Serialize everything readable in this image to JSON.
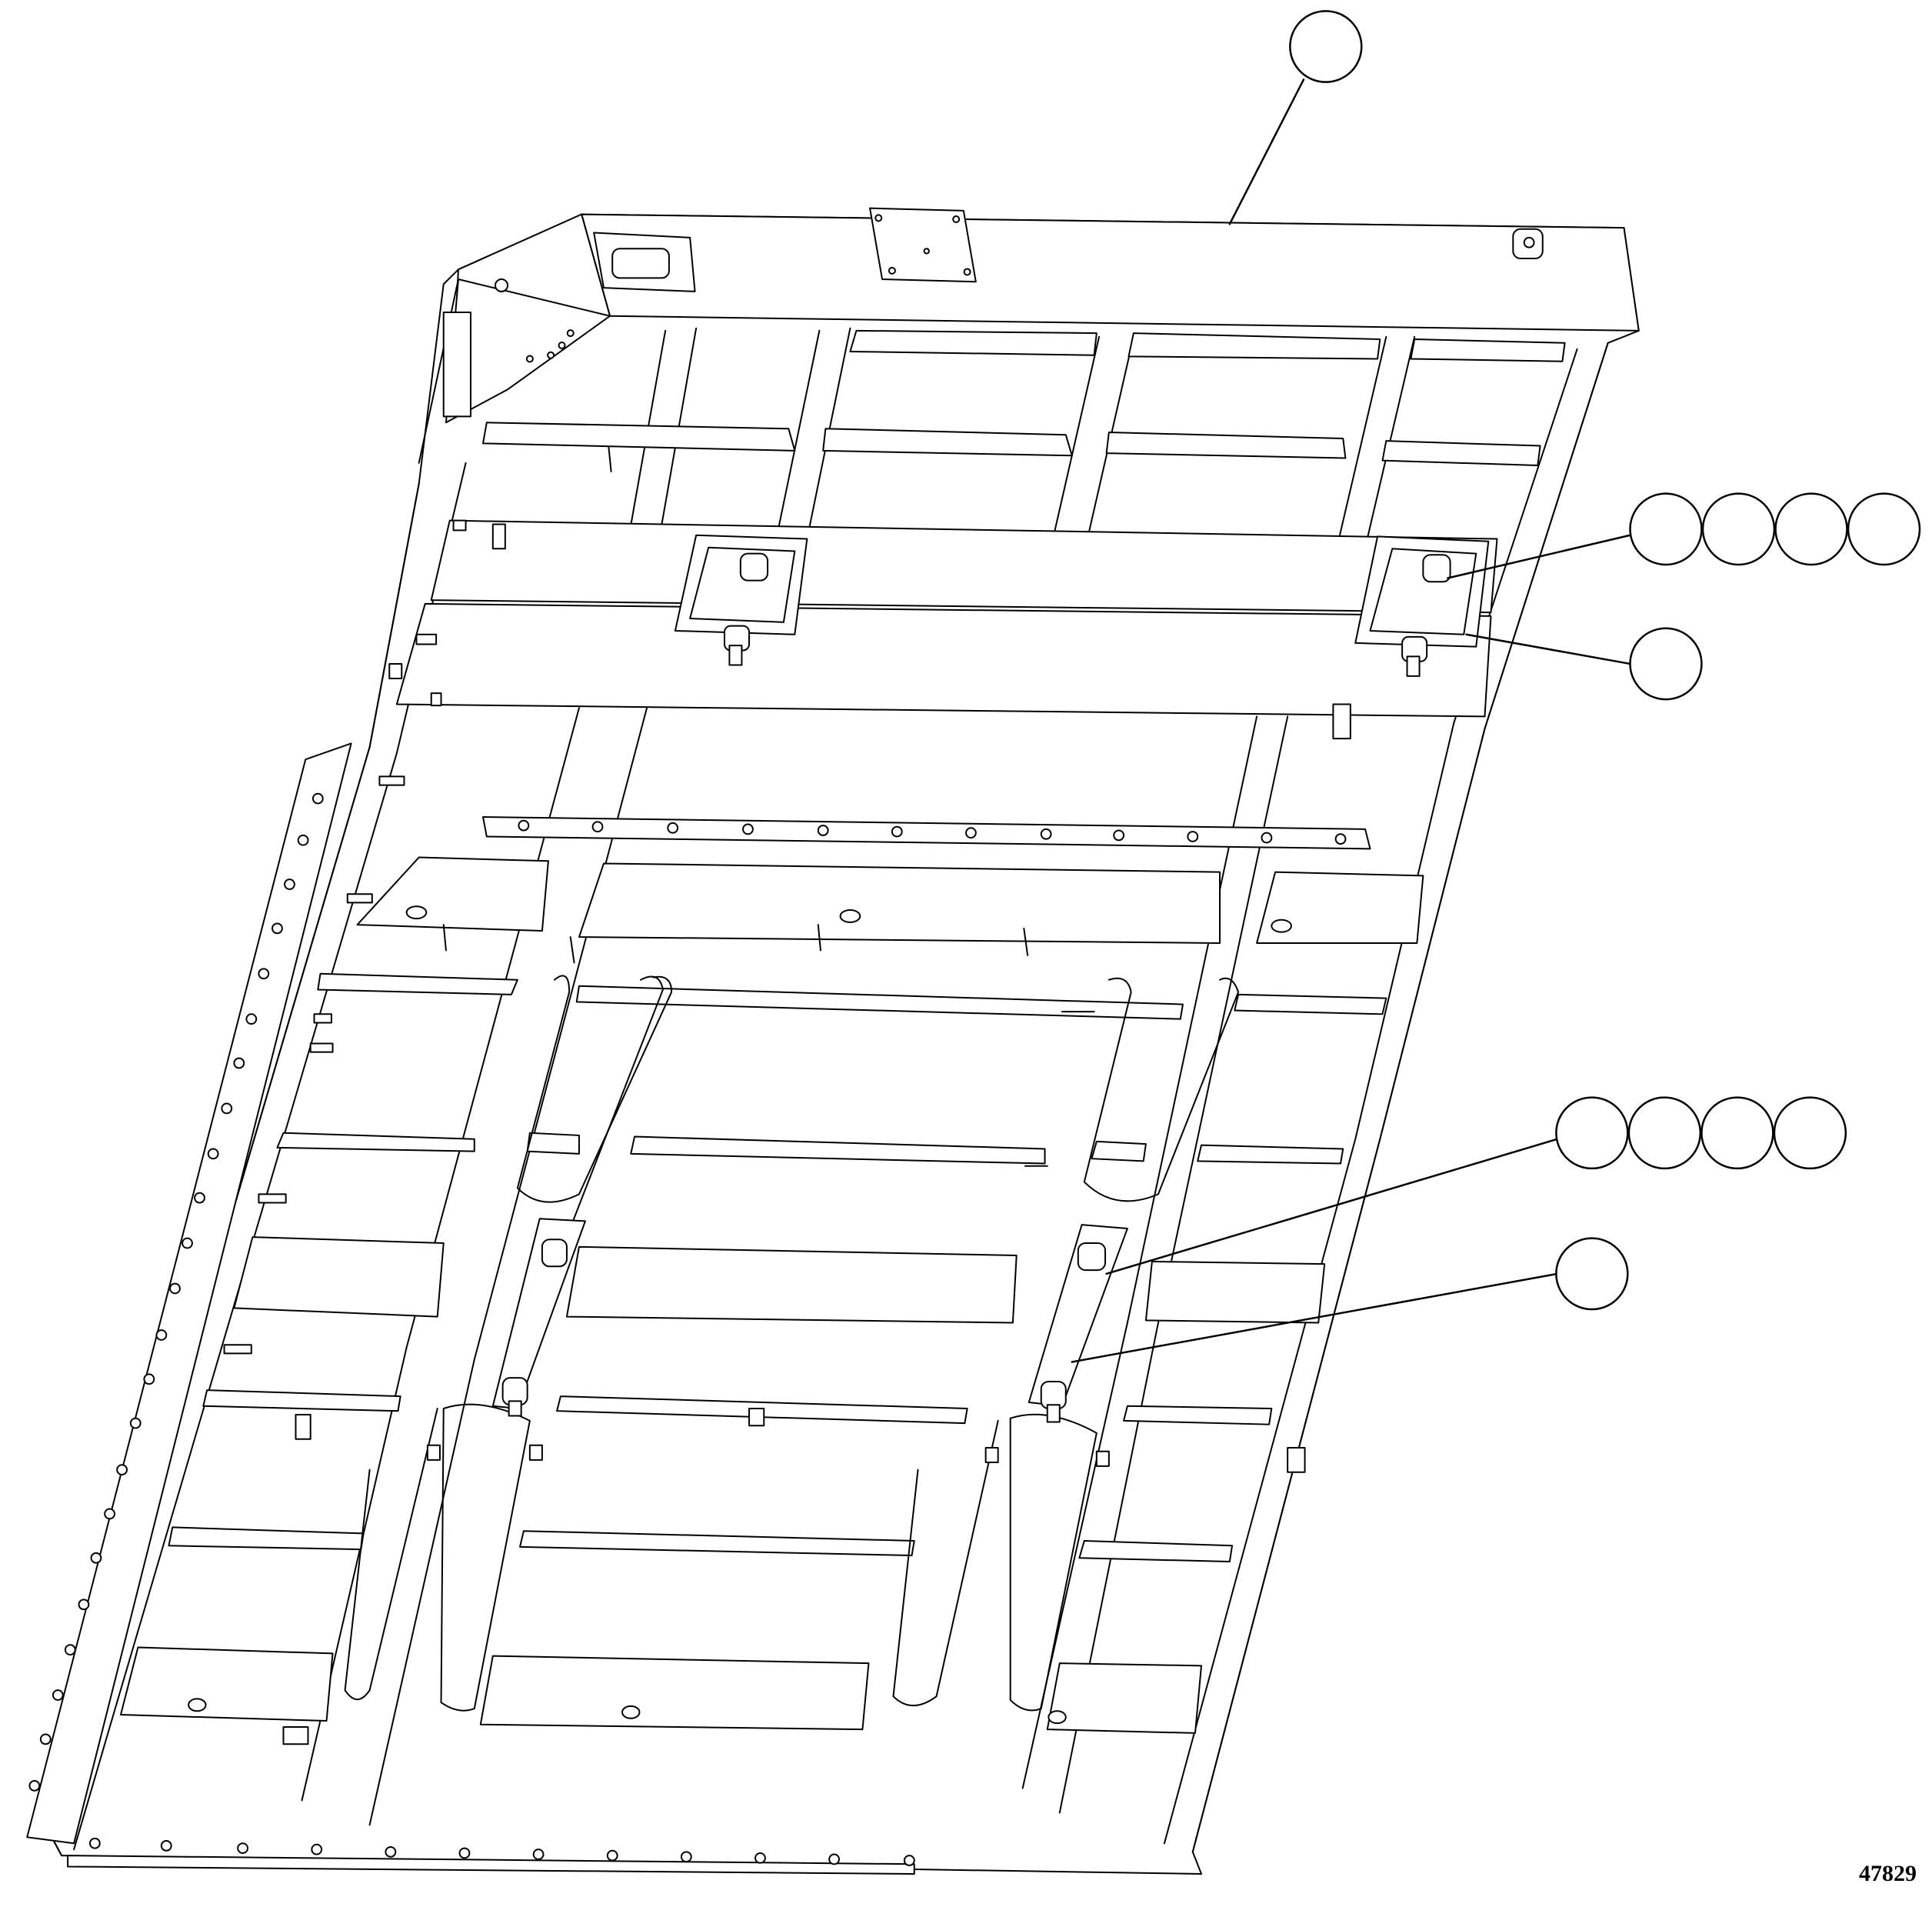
{
  "figure_number": "47829",
  "callouts": [
    {
      "id": "frame-assembly",
      "label": ""
    },
    {
      "id": "upper-mount-1",
      "label": ""
    },
    {
      "id": "upper-mount-2",
      "label": ""
    },
    {
      "id": "upper-mount-3",
      "label": ""
    },
    {
      "id": "upper-mount-4",
      "label": ""
    },
    {
      "id": "upper-isolator-bracket",
      "label": ""
    },
    {
      "id": "lower-mount-1",
      "label": ""
    },
    {
      "id": "lower-mount-2",
      "label": ""
    },
    {
      "id": "lower-mount-3",
      "label": ""
    },
    {
      "id": "lower-mount-4",
      "label": ""
    },
    {
      "id": "lower-isolator-bracket",
      "label": ""
    }
  ]
}
